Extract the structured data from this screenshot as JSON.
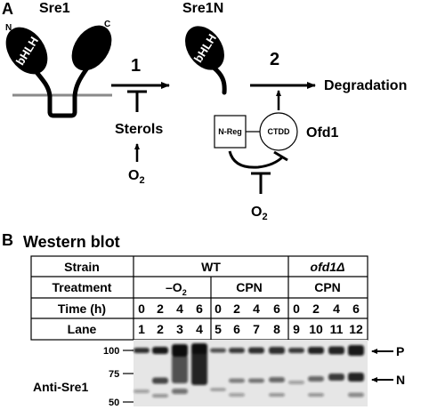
{
  "panel_a": {
    "label": "A",
    "sre1": "Sre1",
    "n_terminus": "N",
    "c_terminus": "C",
    "bhlh": "bHLH",
    "sre1n": "Sre1N",
    "step1": "1",
    "step2": "2",
    "sterols": "Sterols",
    "o2_main": "O",
    "o2_sub": "2",
    "degradation": "Degradation",
    "nreg": "N-Reg",
    "ctdd": "CTDD",
    "ofd1": "Ofd1"
  },
  "panel_b": {
    "label": "B",
    "title": "Western blot",
    "row_headers": [
      "Strain",
      "Treatment",
      "Time (h)",
      "Lane"
    ],
    "strain_wt": "WT",
    "strain_mut": "ofd1Δ",
    "treat_minus": "–O",
    "treat_minus_sub": "2",
    "treat_cpn": "CPN",
    "times": [
      "0",
      "2",
      "4",
      "6",
      "0",
      "2",
      "4",
      "6",
      "0",
      "2",
      "4",
      "6"
    ],
    "lanes": [
      "1",
      "2",
      "3",
      "4",
      "5",
      "6",
      "7",
      "8",
      "9",
      "10",
      "11",
      "12"
    ],
    "markers": [
      "100",
      "75",
      "50"
    ],
    "antibody": "Anti-Sre1",
    "band_p": "P",
    "band_n": "N"
  }
}
